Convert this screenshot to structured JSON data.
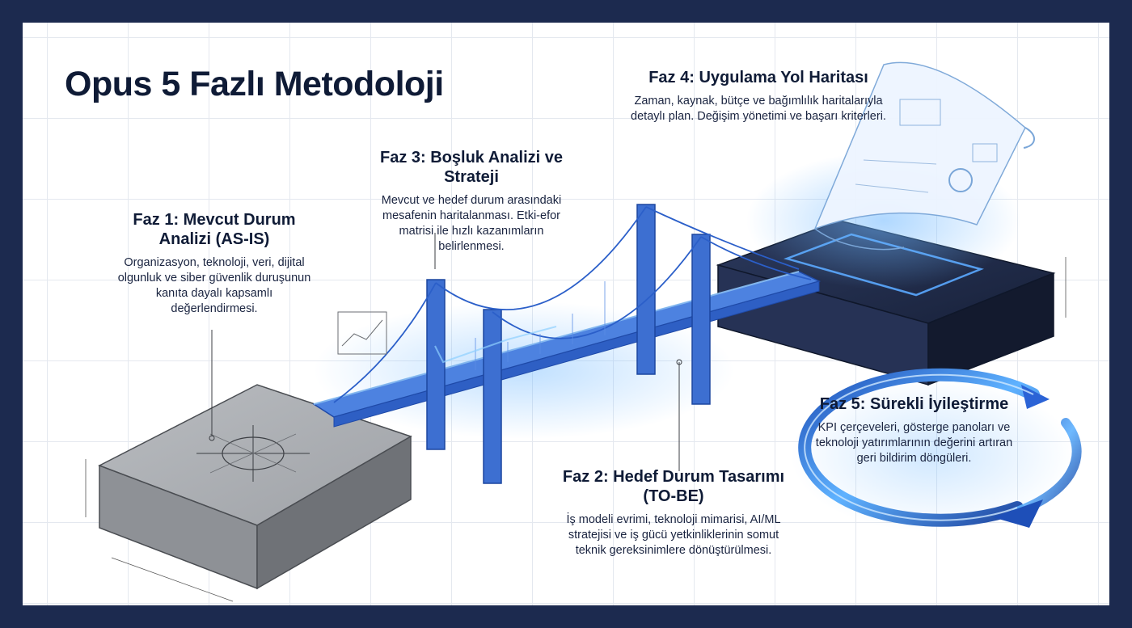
{
  "title": "Opus 5 Fazlı Metodoloji",
  "phases": [
    {
      "id": "phase1",
      "heading": "Faz 1: Mevcut Durum Analizi (AS-IS)",
      "description": "Organizasyon, teknoloji, veri, dijital olgunluk ve siber güvenlik duruşunun kanıta dayalı kapsamlı değerlendirmesi."
    },
    {
      "id": "phase2",
      "heading": "Faz 2: Hedef Durum Tasarımı (TO-BE)",
      "description": "İş modeli evrimi, teknoloji mimarisi, AI/ML stratejisi ve iş gücü yetkinliklerinin somut teknik gereksinimlere dönüştürülmesi."
    },
    {
      "id": "phase3",
      "heading": "Faz 3: Boşluk Analizi ve Strateji",
      "description": "Mevcut ve hedef durum arasındaki mesafenin haritalanması. Etki-efor matrisi ile hızlı kazanımların belirlenmesi."
    },
    {
      "id": "phase4",
      "heading": "Faz 4: Uygulama Yol Haritası",
      "description": "Zaman, kaynak, bütçe ve bağımlılık haritalarıyla detaylı plan. Değişim yönetimi ve başarı kriterleri."
    },
    {
      "id": "phase5",
      "heading": "Faz 5: Sürekli İyileştirme",
      "description": "KPI çerçeveleri, gösterge panoları ve teknoloji yatırımlarının değerini artıran geri bildirim döngüleri."
    }
  ],
  "colors": {
    "frame": "#1c2a4f",
    "heading": "#0f1b36",
    "bridge": "#3d6fd1",
    "glow": "#5aa9ff",
    "block_left": "#8e9196",
    "block_right": "#1f2a44"
  },
  "icons": [
    "as-is-block",
    "bridge",
    "blueprint-scroll",
    "to-be-platform",
    "cycle-arrows"
  ]
}
